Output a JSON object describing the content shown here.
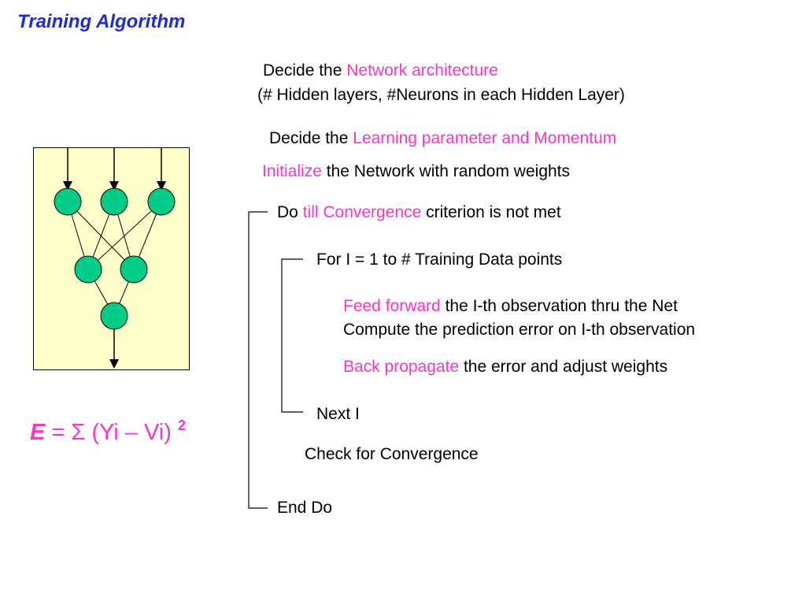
{
  "title": "Training Algorithm",
  "colors": {
    "title": "#1f2bd6",
    "highlight": "#ff33cc",
    "panel": "#ffffcc",
    "neuron": "#00cc88"
  },
  "steps": {
    "network_arch": {
      "pre": "Decide the ",
      "hl": "Network architecture"
    },
    "network_arch_note": "(# Hidden layers, #Neurons in each Hidden Layer)",
    "learning": {
      "pre": "Decide the ",
      "hl": "Learning parameter and Momentum"
    },
    "initialize": {
      "hl": "Initialize",
      "post": " the Network with random weights"
    },
    "do_loop": {
      "pre": "Do ",
      "hl": "till Convergence",
      "post": " criterion is not met"
    },
    "for_loop": "For I = 1 to # Training Data points",
    "feed_forward": {
      "hl": "Feed forward",
      "post": " the I-th observation thru the Net"
    },
    "compute_error": "Compute the prediction error on I-th observation",
    "back_prop": {
      "hl": "Back propagate",
      "post": " the error and adjust weights"
    },
    "next": "Next I",
    "check": "Check for Convergence",
    "end_do": "End Do"
  },
  "formula": {
    "e": "E",
    "rest": " = Σ (Yi – Vi) ",
    "power": "2"
  },
  "network_diagram": {
    "layers": [
      3,
      2,
      1
    ],
    "inputs": 3,
    "outputs": 1
  }
}
